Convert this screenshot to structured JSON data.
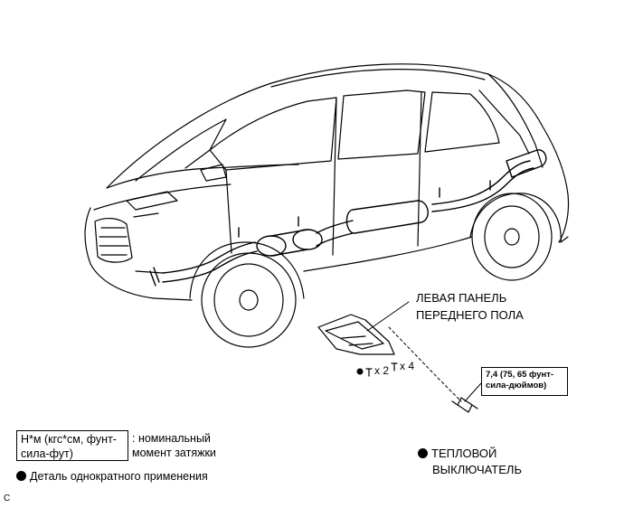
{
  "callouts": {
    "panel_line1": "ЛЕВАЯ ПАНЕЛЬ",
    "panel_line2": "ПЕРЕДНЕГО ПОЛА",
    "torque_line1": "7,4 (75, 65 фунт-",
    "torque_line2": "сила-дюймов)",
    "switch_line1": "ТЕПЛОВОЙ",
    "switch_line2": "ВЫКЛЮЧАТЕЛЬ",
    "qty_a": "x 2",
    "qty_b": "x 4"
  },
  "legend": {
    "torque_box_line1": "Н*м (кгс*см, фунт-",
    "torque_box_line2": "сила-фут)",
    "torque_desc_line1": ": номинальный",
    "torque_desc_line2": "момент затяжки",
    "single_use": "Деталь однократного применения"
  },
  "corner_mark": "C"
}
